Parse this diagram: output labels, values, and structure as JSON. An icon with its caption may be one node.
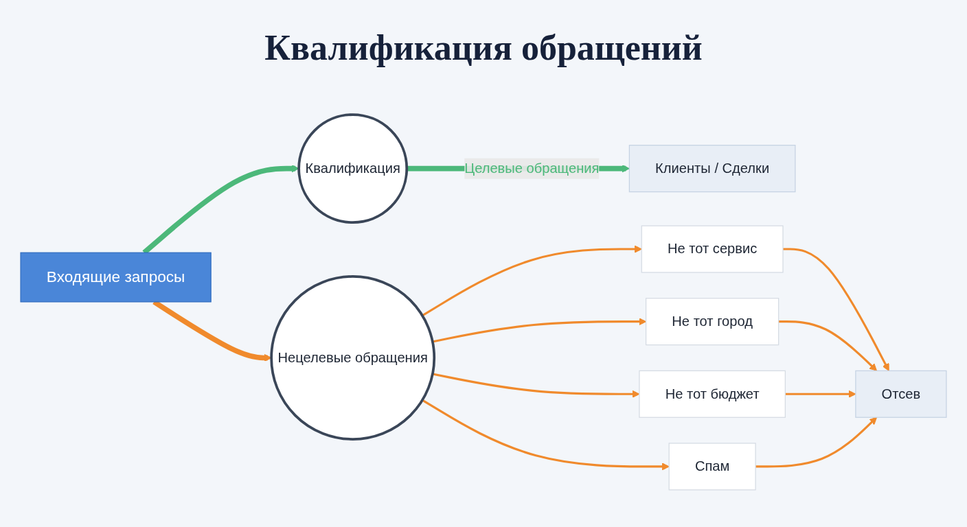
{
  "diagram": {
    "title": "Квалификация обращений",
    "nodes": [
      {
        "text": [
          "Входящие запросы"
        ]
      },
      {
        "text": [
          "Квалификация"
        ]
      },
      {
        "text": [
          "Клиенты / Сделки"
        ]
      },
      {
        "text": [
          "Нецелевые обращения"
        ]
      },
      {
        "text": [
          "Не тот сервис"
        ]
      },
      {
        "text": [
          "Не тот город"
        ]
      },
      {
        "text": [
          "Не тот бюджет"
        ]
      },
      {
        "text": [
          "Спам"
        ]
      },
      {
        "text": [
          "Отсев"
        ]
      }
    ],
    "edges": [
      {
        "from": 0,
        "to": 1,
        "arrow": "to",
        "style": "thick",
        "color": "#4cb87a"
      },
      {
        "from": 1,
        "to": 2,
        "arrow": "to",
        "style": "thick",
        "color": "#4cb87a",
        "label": "Целевые обращения"
      },
      {
        "from": 0,
        "to": 3,
        "arrow": "to",
        "style": "thick"
      },
      {
        "from": 3,
        "to": 4,
        "arrow": "to"
      },
      {
        "from": 3,
        "to": 5,
        "arrow": "to"
      },
      {
        "from": 3,
        "to": 6,
        "arrow": "to"
      },
      {
        "from": 3,
        "to": 7,
        "arrow": "to"
      },
      {
        "from": 4,
        "to": 8,
        "arrow": "to"
      },
      {
        "from": 5,
        "to": 8,
        "arrow": "to"
      },
      {
        "from": 6,
        "to": 8,
        "arrow": "to"
      },
      {
        "from": 7,
        "to": 8,
        "arrow": "to"
      }
    ]
  }
}
